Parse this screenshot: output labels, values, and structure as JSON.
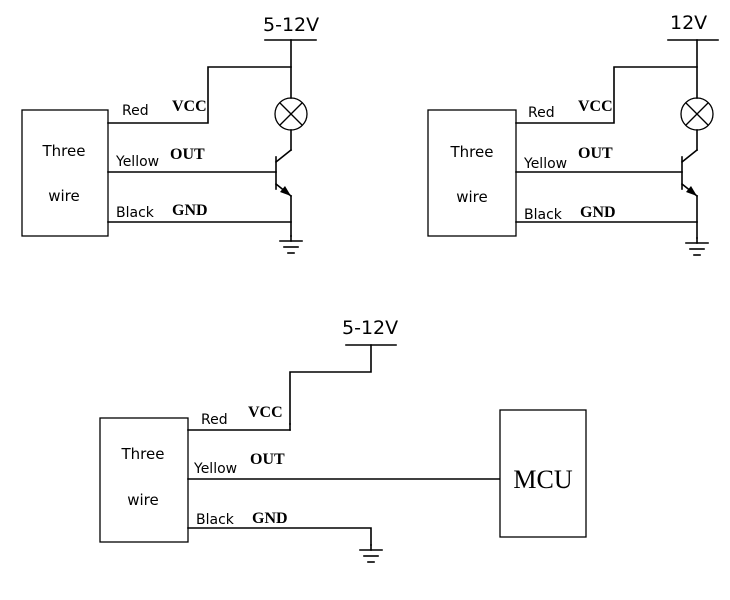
{
  "circuit_1": {
    "supply": "5-12V",
    "module_line1": "Three",
    "module_line2": "wire",
    "red": "Red",
    "yellow": "Yellow",
    "black": "Black",
    "vcc": "VCC",
    "out": "OUT",
    "gnd": "GND"
  },
  "circuit_2": {
    "supply": "12V",
    "module_line1": "Three",
    "module_line2": "wire",
    "red": "Red",
    "yellow": "Yellow",
    "black": "Black",
    "vcc": "VCC",
    "out": "OUT",
    "gnd": "GND"
  },
  "circuit_3": {
    "supply": "5-12V",
    "module_line1": "Three",
    "module_line2": "wire",
    "red": "Red",
    "yellow": "Yellow",
    "black": "Black",
    "vcc": "VCC",
    "out": "OUT",
    "gnd": "GND",
    "mcu": "MCU"
  }
}
